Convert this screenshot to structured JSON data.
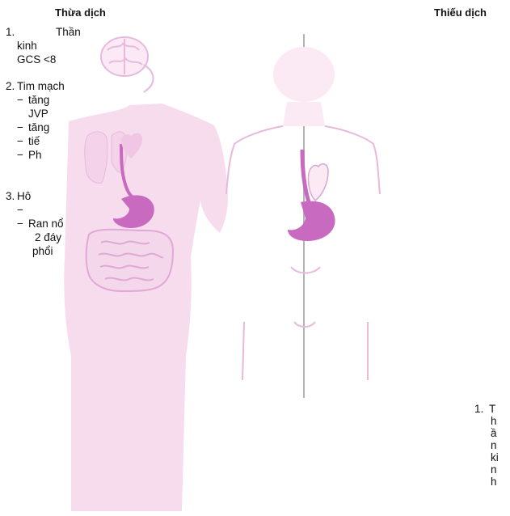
{
  "headings": {
    "left": "Thừa dịch",
    "right": "Thiếu dịch"
  },
  "left_list": {
    "item1": {
      "number": "1.",
      "text_line1": "Thần",
      "text_line2": "kinh",
      "text_line3": "GCS <8"
    },
    "item2": {
      "number": "2.",
      "title": "Tim mạch",
      "sub1_line1": "tăng",
      "sub1_line2": "JVP",
      "sub2": "tăng",
      "sub3": "tiế",
      "sub4": "Ph"
    },
    "item3": {
      "number": "3.",
      "title": "Hô",
      "sub1": "",
      "sub2_line1": "Ran nổ",
      "sub2_line2": "2 đáy",
      "sub2_line3": "phổi"
    },
    "dash": "−"
  },
  "right_list": {
    "item1": {
      "number": "1.",
      "chars": [
        "T",
        "h",
        "ầ",
        "n",
        "ki",
        "n",
        "h"
      ]
    }
  },
  "colors": {
    "body_light": "#f7dced",
    "body_faint": "#fbe9f4",
    "organ": "#c86bc0",
    "organ_light": "#e8b5de",
    "outline": "#e6b9dd",
    "divider": "#b3b3b3"
  }
}
